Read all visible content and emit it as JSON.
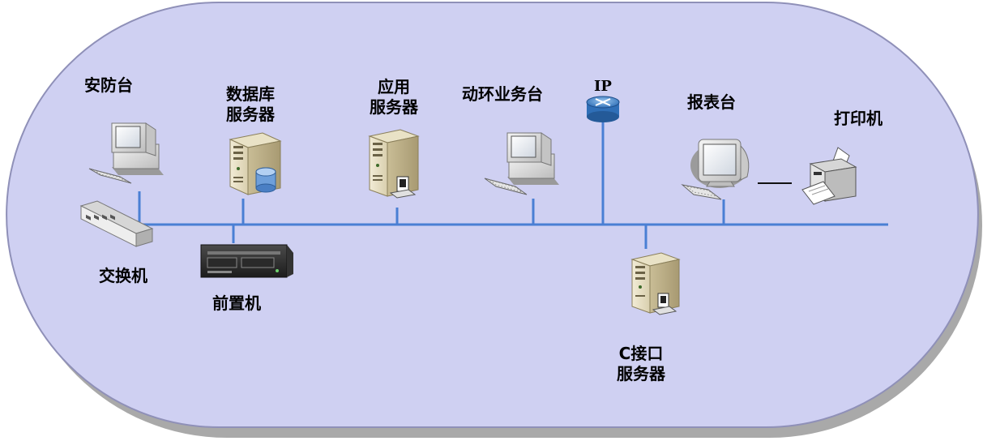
{
  "colors": {
    "background_fill": "#cfd0f2",
    "background_border": "#8f90b8",
    "shadow": "#a9a9a9",
    "network_line": "#4a7fd4"
  },
  "devices": {
    "security_desk": {
      "label": "安防台",
      "icon": "desktop-computer-icon"
    },
    "database_server": {
      "label_line1": "数据库",
      "label_line2": "服务器",
      "icon": "database-server-icon"
    },
    "app_server": {
      "label_line1": "应用",
      "label_line2": "服务器",
      "icon": "tower-server-icon"
    },
    "env_desk": {
      "label": "动环业务台",
      "icon": "desktop-computer-icon"
    },
    "ip_router": {
      "label": "IP",
      "icon": "router-icon"
    },
    "report_desk": {
      "label": "报表台",
      "icon": "crt-monitor-computer-icon"
    },
    "printer": {
      "label": "打印机",
      "icon": "printer-icon"
    },
    "switch": {
      "label": "交换机",
      "icon": "network-switch-icon"
    },
    "front_end": {
      "label": "前置机",
      "icon": "rack-server-icon"
    },
    "c_interface_server": {
      "label_line1": "C接口",
      "label_line2": "服务器",
      "icon": "tower-server-icon"
    }
  }
}
